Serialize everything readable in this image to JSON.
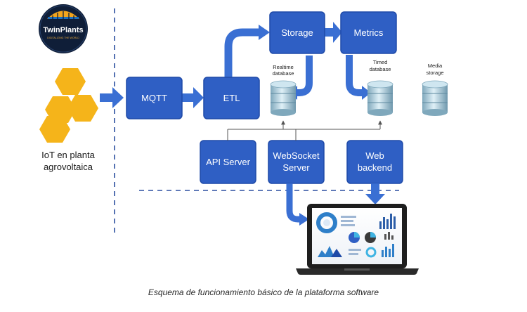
{
  "logo": {
    "brand": "TwinPlants",
    "tagline": "DIGITALIZING THE WORLD"
  },
  "source": {
    "label_line1": "IoT en planta",
    "label_line2": "agrovoltaica"
  },
  "boxes": {
    "mqtt": "MQTT",
    "etl": "ETL",
    "storage": "Storage",
    "metrics": "Metrics",
    "api_server": "API Server",
    "websocket_line1": "WebSocket",
    "websocket_line2": "Server",
    "web_line1": "Web",
    "web_line2": "backend"
  },
  "databases": {
    "realtime_line1": "Realtime",
    "realtime_line2": "database",
    "timed_line1": "Timed",
    "timed_line2": "database",
    "media_line1": "Media",
    "media_line2": "storage"
  },
  "caption": "Esquema de funcionamiento básico de la plataforma software",
  "colors": {
    "box_blue": "#2f5fc4",
    "box_border": "#1f4aa8",
    "arrow_blue": "#3a6fd3",
    "hex_yellow": "#f5b41a",
    "dashed_line": "#2b4fa0",
    "db_top": "#c9e1ec",
    "db_body": "#8fb6c8"
  }
}
